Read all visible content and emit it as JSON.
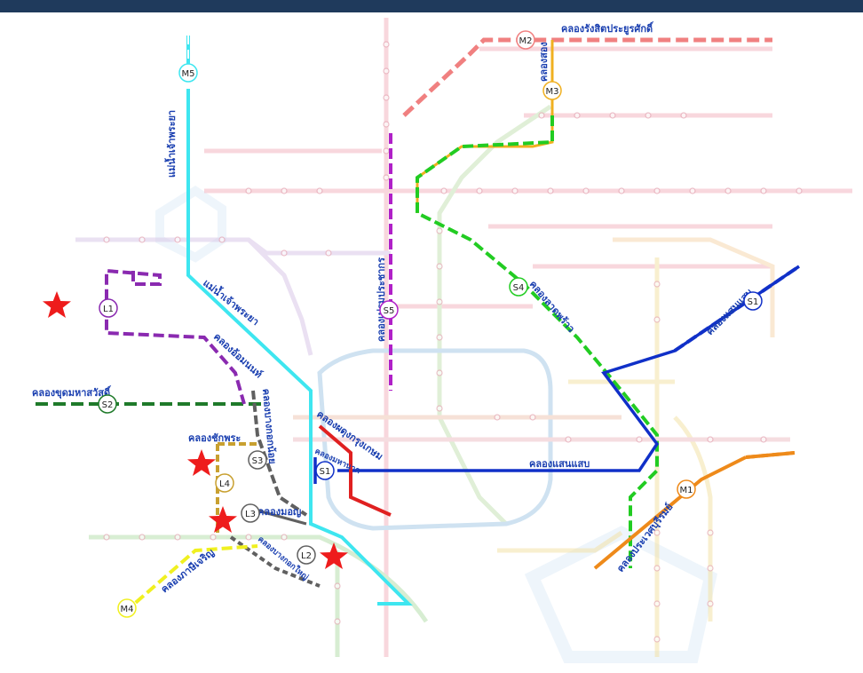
{
  "canals": {
    "rangsit": "คลองรังสิตประยูรศักดิ์",
    "song": "คลองสอง",
    "chaophraya_north": "แม่น้ำเจ้าพระยา",
    "chaophraya_mid": "แม่น้ำเจ้าพระยา",
    "premprachakorn": "คลองเปรมประชากร",
    "ladphrao": "คลองลาดพร้าว",
    "saensaep_east": "คลองแสนแสบ",
    "saensaep": "คลองแสนแสบ",
    "om_non": "คลองอ้อมนนท์",
    "chakpra": "คลองชักพระ",
    "bangkok_noi": "คลองบางกอกน้อย",
    "phadung": "คลองผดุงกรุงเกษม",
    "mahanak": "คลองมหานาค",
    "mon": "คลองมอญ",
    "bangkok_yai": "คลองบางกอกใหญ่",
    "phasi_charoen": "คลองภาษีเจริญ",
    "prawet": "คลองประเวศบุรีรมย์",
    "mahasawat": "คลองขุดมหาสวัสดิ์"
  },
  "markers": {
    "m1": "M1",
    "m2": "M2",
    "m3": "M3",
    "m4": "M4",
    "m5": "M5",
    "s1a": "S1",
    "s1b": "S1",
    "s2": "S2",
    "s3": "S3",
    "s4": "S4",
    "s5": "S5",
    "l1": "L1",
    "l2": "L2",
    "l3": "L3",
    "l4": "L4"
  },
  "colors": {
    "chaophraya": "#3ee6f0",
    "saensaep": "#1030c8",
    "phadung": "#e02020",
    "premprachakorn": "#b020c8",
    "ladphrao": "#22cc22",
    "rangsit": "#f08080",
    "song": "#f0b020",
    "prawet": "#ee8a1a",
    "phasi_charoen": "#f0f020",
    "om_non": "#8a2ab0",
    "mahasawat": "#1f7a2a",
    "chakpra": "#c8a030",
    "bangkok_noi": "#606060",
    "star": "#ee1c1c"
  },
  "icons": [
    "star-marker-icon"
  ]
}
